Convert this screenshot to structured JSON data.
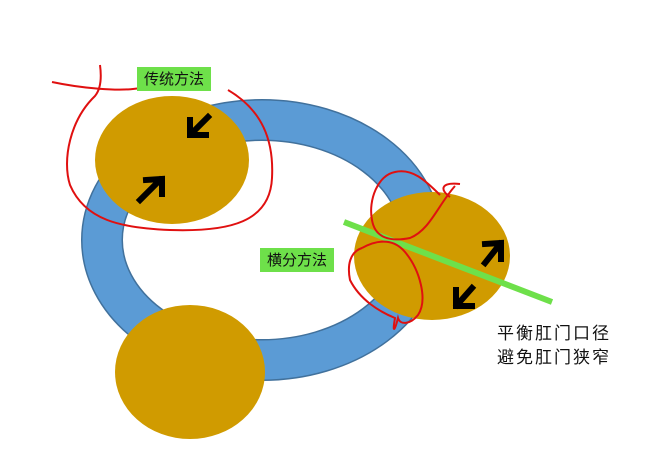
{
  "labels": {
    "traditional_method": "传统方法",
    "transverse_method": "横分方法"
  },
  "note": {
    "line1": "平衡肛门口径",
    "line2": "避免肛门狭窄"
  },
  "colors": {
    "ring": "#5b9bd5",
    "ring_stroke": "#41719c",
    "circle": "#d09b00",
    "label_bg": "#6ee04a",
    "cut_line": "#6ee04a",
    "red_outline": "#e01010",
    "arrow": "#000000"
  }
}
